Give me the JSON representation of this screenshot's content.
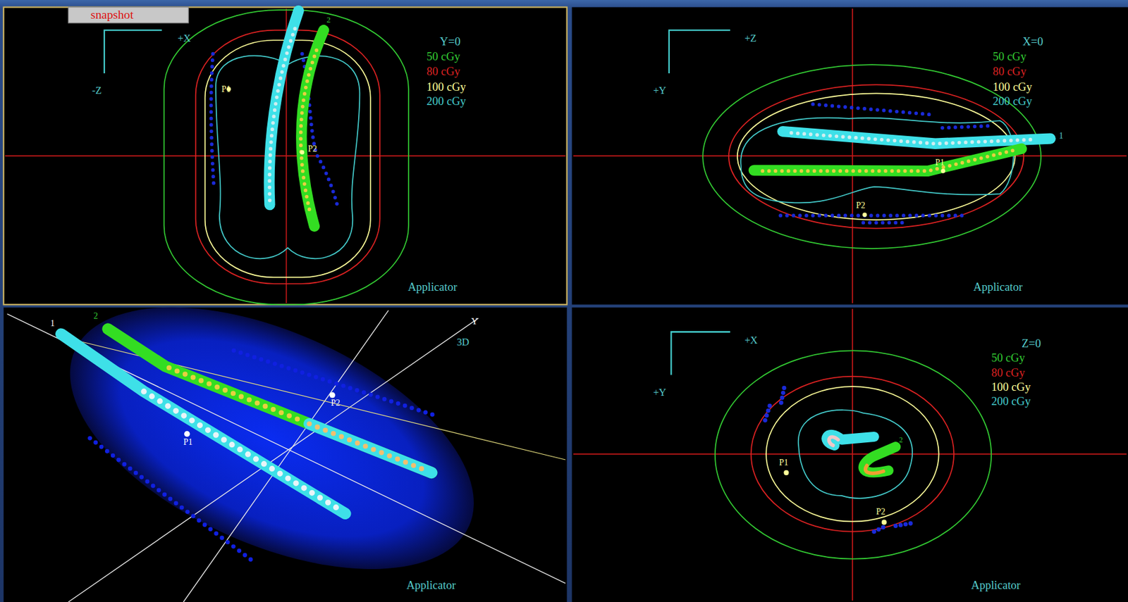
{
  "diagram": {
    "labels": [
      "snapshot",
      "+X",
      "-Z",
      "Y=0",
      "P1",
      "P2",
      "2",
      "Applicator",
      "+Z",
      "+Y",
      "X=0",
      "1",
      "P1",
      "P2",
      "Applicator",
      "1",
      "2",
      "Y",
      "3D",
      "P1",
      "P2",
      "Applicator",
      "+X",
      "+Y",
      "Z=0",
      "P1",
      "P2",
      "2",
      "Applicator"
    ],
    "legend": [
      {
        "text": "50 cGy",
        "color": "#33cc33"
      },
      {
        "text": "80 cGy",
        "color": "#dd2222"
      },
      {
        "text": "100 cGy",
        "color": "#ffff99"
      },
      {
        "text": "200 cGy",
        "color": "#44cccc"
      },
      {
        "text": "50 cGy",
        "color": "#33cc33"
      },
      {
        "text": "80 cGy",
        "color": "#dd2222"
      },
      {
        "text": "100 cGy",
        "color": "#ffff99"
      },
      {
        "text": "200 cGy",
        "color": "#44cccc"
      },
      {
        "text": "50 cGy",
        "color": "#33cc33"
      },
      {
        "text": "80 cGy",
        "color": "#dd2222"
      },
      {
        "text": "100 cGy",
        "color": "#ffff99"
      },
      {
        "text": "200 cGy",
        "color": "#44cccc"
      }
    ]
  }
}
